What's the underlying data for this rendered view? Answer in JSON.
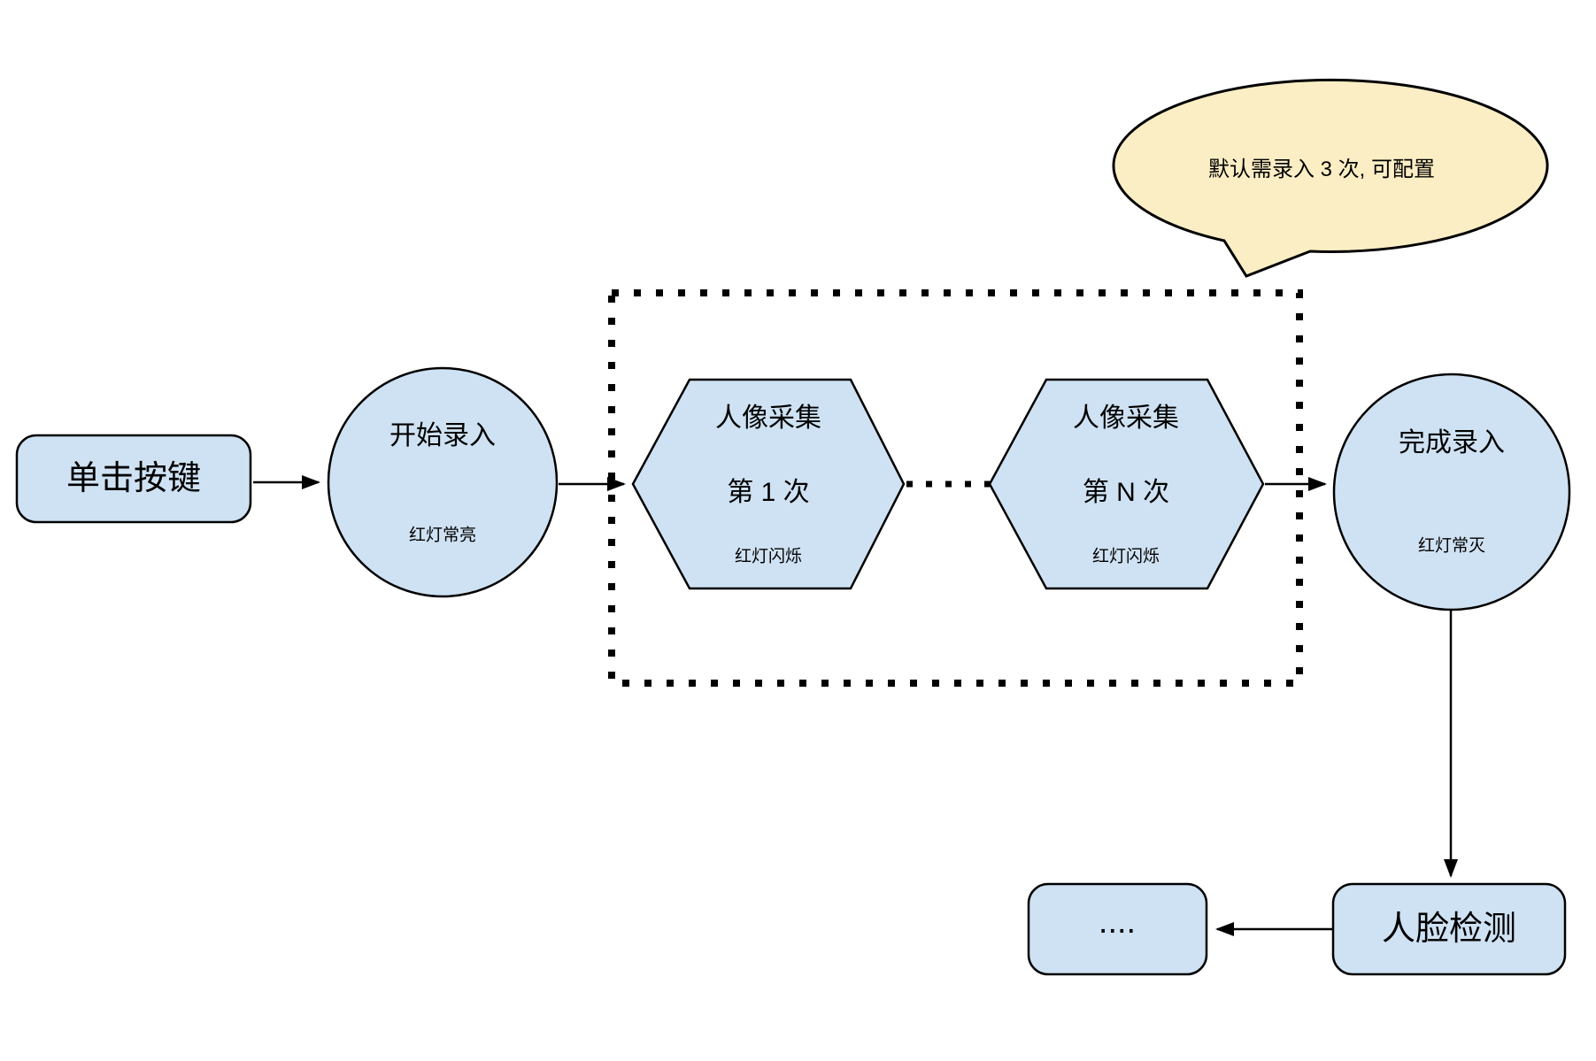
{
  "colors": {
    "node_fill": "#cfe2f3",
    "stroke": "#000000",
    "bubble_fill": "#fceec4"
  },
  "bubble": {
    "text": "默认需录入 3 次, 可配置"
  },
  "nodes": {
    "start_button": {
      "label": "单击按键"
    },
    "start_record": {
      "label": "开始录入",
      "status": "红灯常亮"
    },
    "capture_first": {
      "title": "人像采集",
      "subtitle": "第 1 次",
      "status": "红灯闪烁"
    },
    "capture_nth": {
      "title": "人像采集",
      "subtitle": "第 N 次",
      "status": "红灯闪烁"
    },
    "finish_record": {
      "label": "完成录入",
      "status": "红灯常灭"
    },
    "face_detect": {
      "label": "人脸检测"
    },
    "more": {
      "label": "...."
    }
  }
}
